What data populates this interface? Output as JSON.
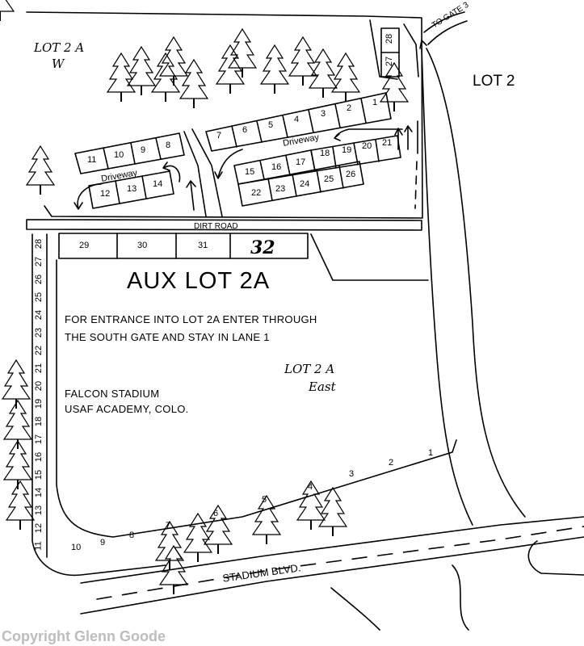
{
  "labels": {
    "lot2a_w_line1": "LOT 2 A",
    "lot2a_w_line2": "W",
    "lot2": "LOT 2",
    "to_gate3": "TO GATE 3",
    "driveway_upper": "Driveway",
    "driveway_lower": "Driveway",
    "dirt_road": "DIRT ROAD",
    "aux_title": "AUX LOT 2A",
    "entrance_line1": "FOR ENTRANCE INTO LOT 2A ENTER THROUGH",
    "entrance_line2": "THE SOUTH GATE AND STAY IN LANE 1",
    "lot2a_east_line1": "LOT 2 A",
    "lot2a_east_line2": "East",
    "venue_line1": "FALCON STADIUM",
    "venue_line2": "USAF ACADEMY, COLO.",
    "stadium_blvd": "STADIUM BLVD.",
    "copyright": "Copyright Glenn Goode"
  },
  "stalls": {
    "top_row": [
      "7",
      "6",
      "5",
      "4",
      "3",
      "2",
      "1"
    ],
    "right_upper": [
      "18",
      "19",
      "20",
      "21"
    ],
    "right_mid": [
      "15",
      "16",
      "17"
    ],
    "right_lower": [
      "22",
      "23",
      "24",
      "25",
      "26"
    ],
    "left_upper": [
      "11",
      "10",
      "9",
      "8"
    ],
    "left_lower": [
      "12",
      "13",
      "14"
    ],
    "gate_stalls": [
      "27",
      "28"
    ],
    "aux_row": [
      "29",
      "30",
      "31",
      "32"
    ],
    "aux_left_column": [
      "28",
      "27",
      "26",
      "25",
      "24",
      "23",
      "22",
      "21",
      "20",
      "19",
      "18",
      "17",
      "16",
      "15",
      "14",
      "13",
      "12",
      "11"
    ],
    "aux_bottom_row": [
      "10",
      "9",
      "8",
      "7",
      "6",
      "5",
      "4",
      "3",
      "2",
      "1"
    ]
  }
}
